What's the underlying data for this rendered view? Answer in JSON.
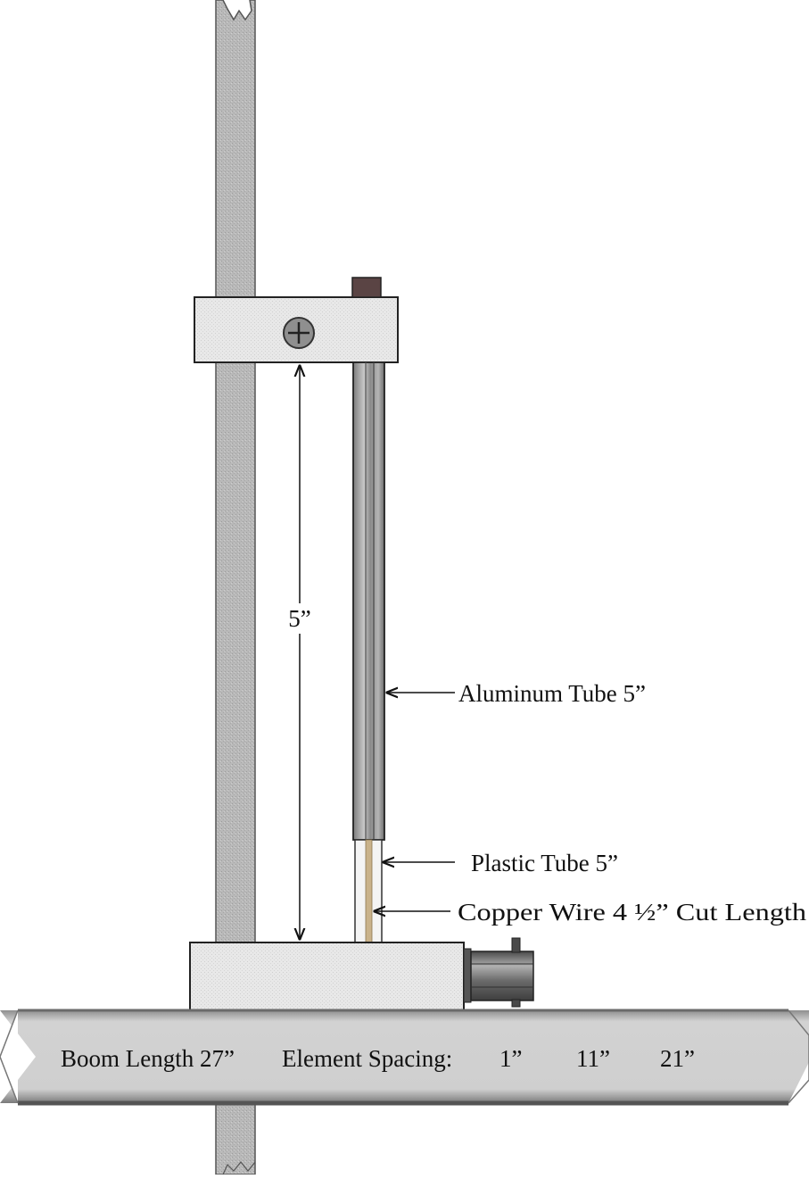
{
  "diagram": {
    "labels": {
      "height_dimension": "5”",
      "aluminum_tube": "Aluminum Tube 5”",
      "plastic_tube": "Plastic Tube 5”",
      "copper_wire": "Copper Wire 4 ½” Cut Length"
    },
    "boom": {
      "length_label": "Boom Length 27”",
      "spacing_label": "Element Spacing:",
      "spacings": [
        "1”",
        "11”",
        "21”"
      ]
    },
    "colors": {
      "mast": "#b7b7b7",
      "clamp": "#e9e9e9",
      "screw": "#8f8f8f",
      "aluminum": "#a9a9a9",
      "cap": "#5a4444",
      "plastic": "#f4f4f4",
      "copper": "#c9b28a",
      "base_block": "#e4e4e4",
      "connector": "#6f6f6f",
      "boom": "#c4c4c4"
    }
  }
}
